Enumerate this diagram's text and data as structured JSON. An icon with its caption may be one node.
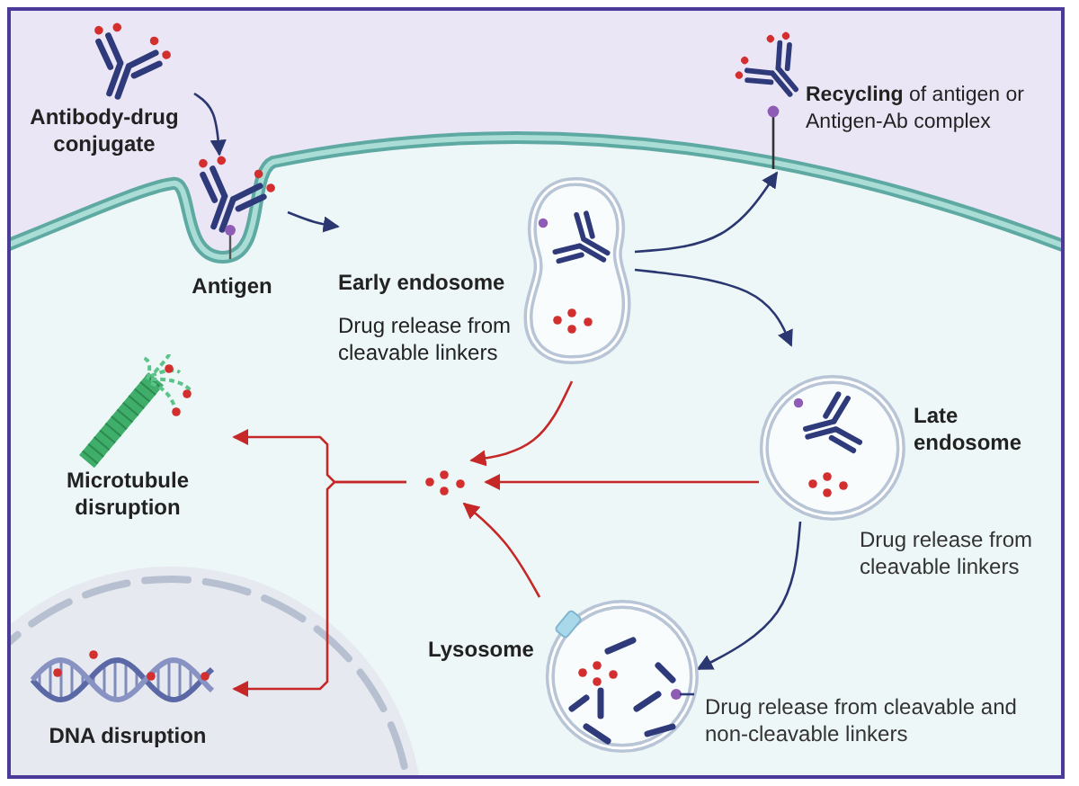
{
  "diagram": {
    "nodes": [
      {
        "text": [
          "Antibody-drug conjugate"
        ]
      },
      {
        "text": [
          "Antigen"
        ]
      },
      {
        "text": [
          "Early endosome",
          "Drug release from cleavable linkers"
        ]
      },
      {
        "text": [
          "**Recycling** of antigen or Antigen-Ab complex"
        ]
      },
      {
        "text": [
          "Late endosome"
        ],
        "beside": [
          "Drug release from cleavable linkers"
        ]
      },
      {
        "text": [
          "Lysosome"
        ],
        "beside": [
          "Drug release from cleavable and non-cleavable linkers"
        ]
      },
      {
        "text": [],
        "shape": "picture"
      },
      {
        "text": [
          "Microtubule disruption"
        ]
      },
      {
        "text": [
          "DNA disruption"
        ]
      }
    ],
    "edges": [
      {
        "from": 0,
        "to": 1,
        "arrow": "to"
      },
      {
        "from": 1,
        "to": 2,
        "arrow": "to"
      },
      {
        "from": 2,
        "to": 3,
        "arrow": "to"
      },
      {
        "from": 2,
        "to": 4,
        "arrow": "to"
      },
      {
        "from": 4,
        "to": 5,
        "arrow": "to"
      },
      {
        "from": 2,
        "to": 6,
        "arrow": "to",
        "color": "#c62828"
      },
      {
        "from": 4,
        "to": 6,
        "arrow": "to",
        "color": "#c62828"
      },
      {
        "from": 5,
        "to": 6,
        "arrow": "to",
        "color": "#c62828"
      },
      {
        "from": 6,
        "to": 7,
        "arrow": "to",
        "color": "#c62828"
      },
      {
        "from": 6,
        "to": 8,
        "arrow": "to",
        "color": "#c62828"
      }
    ]
  }
}
